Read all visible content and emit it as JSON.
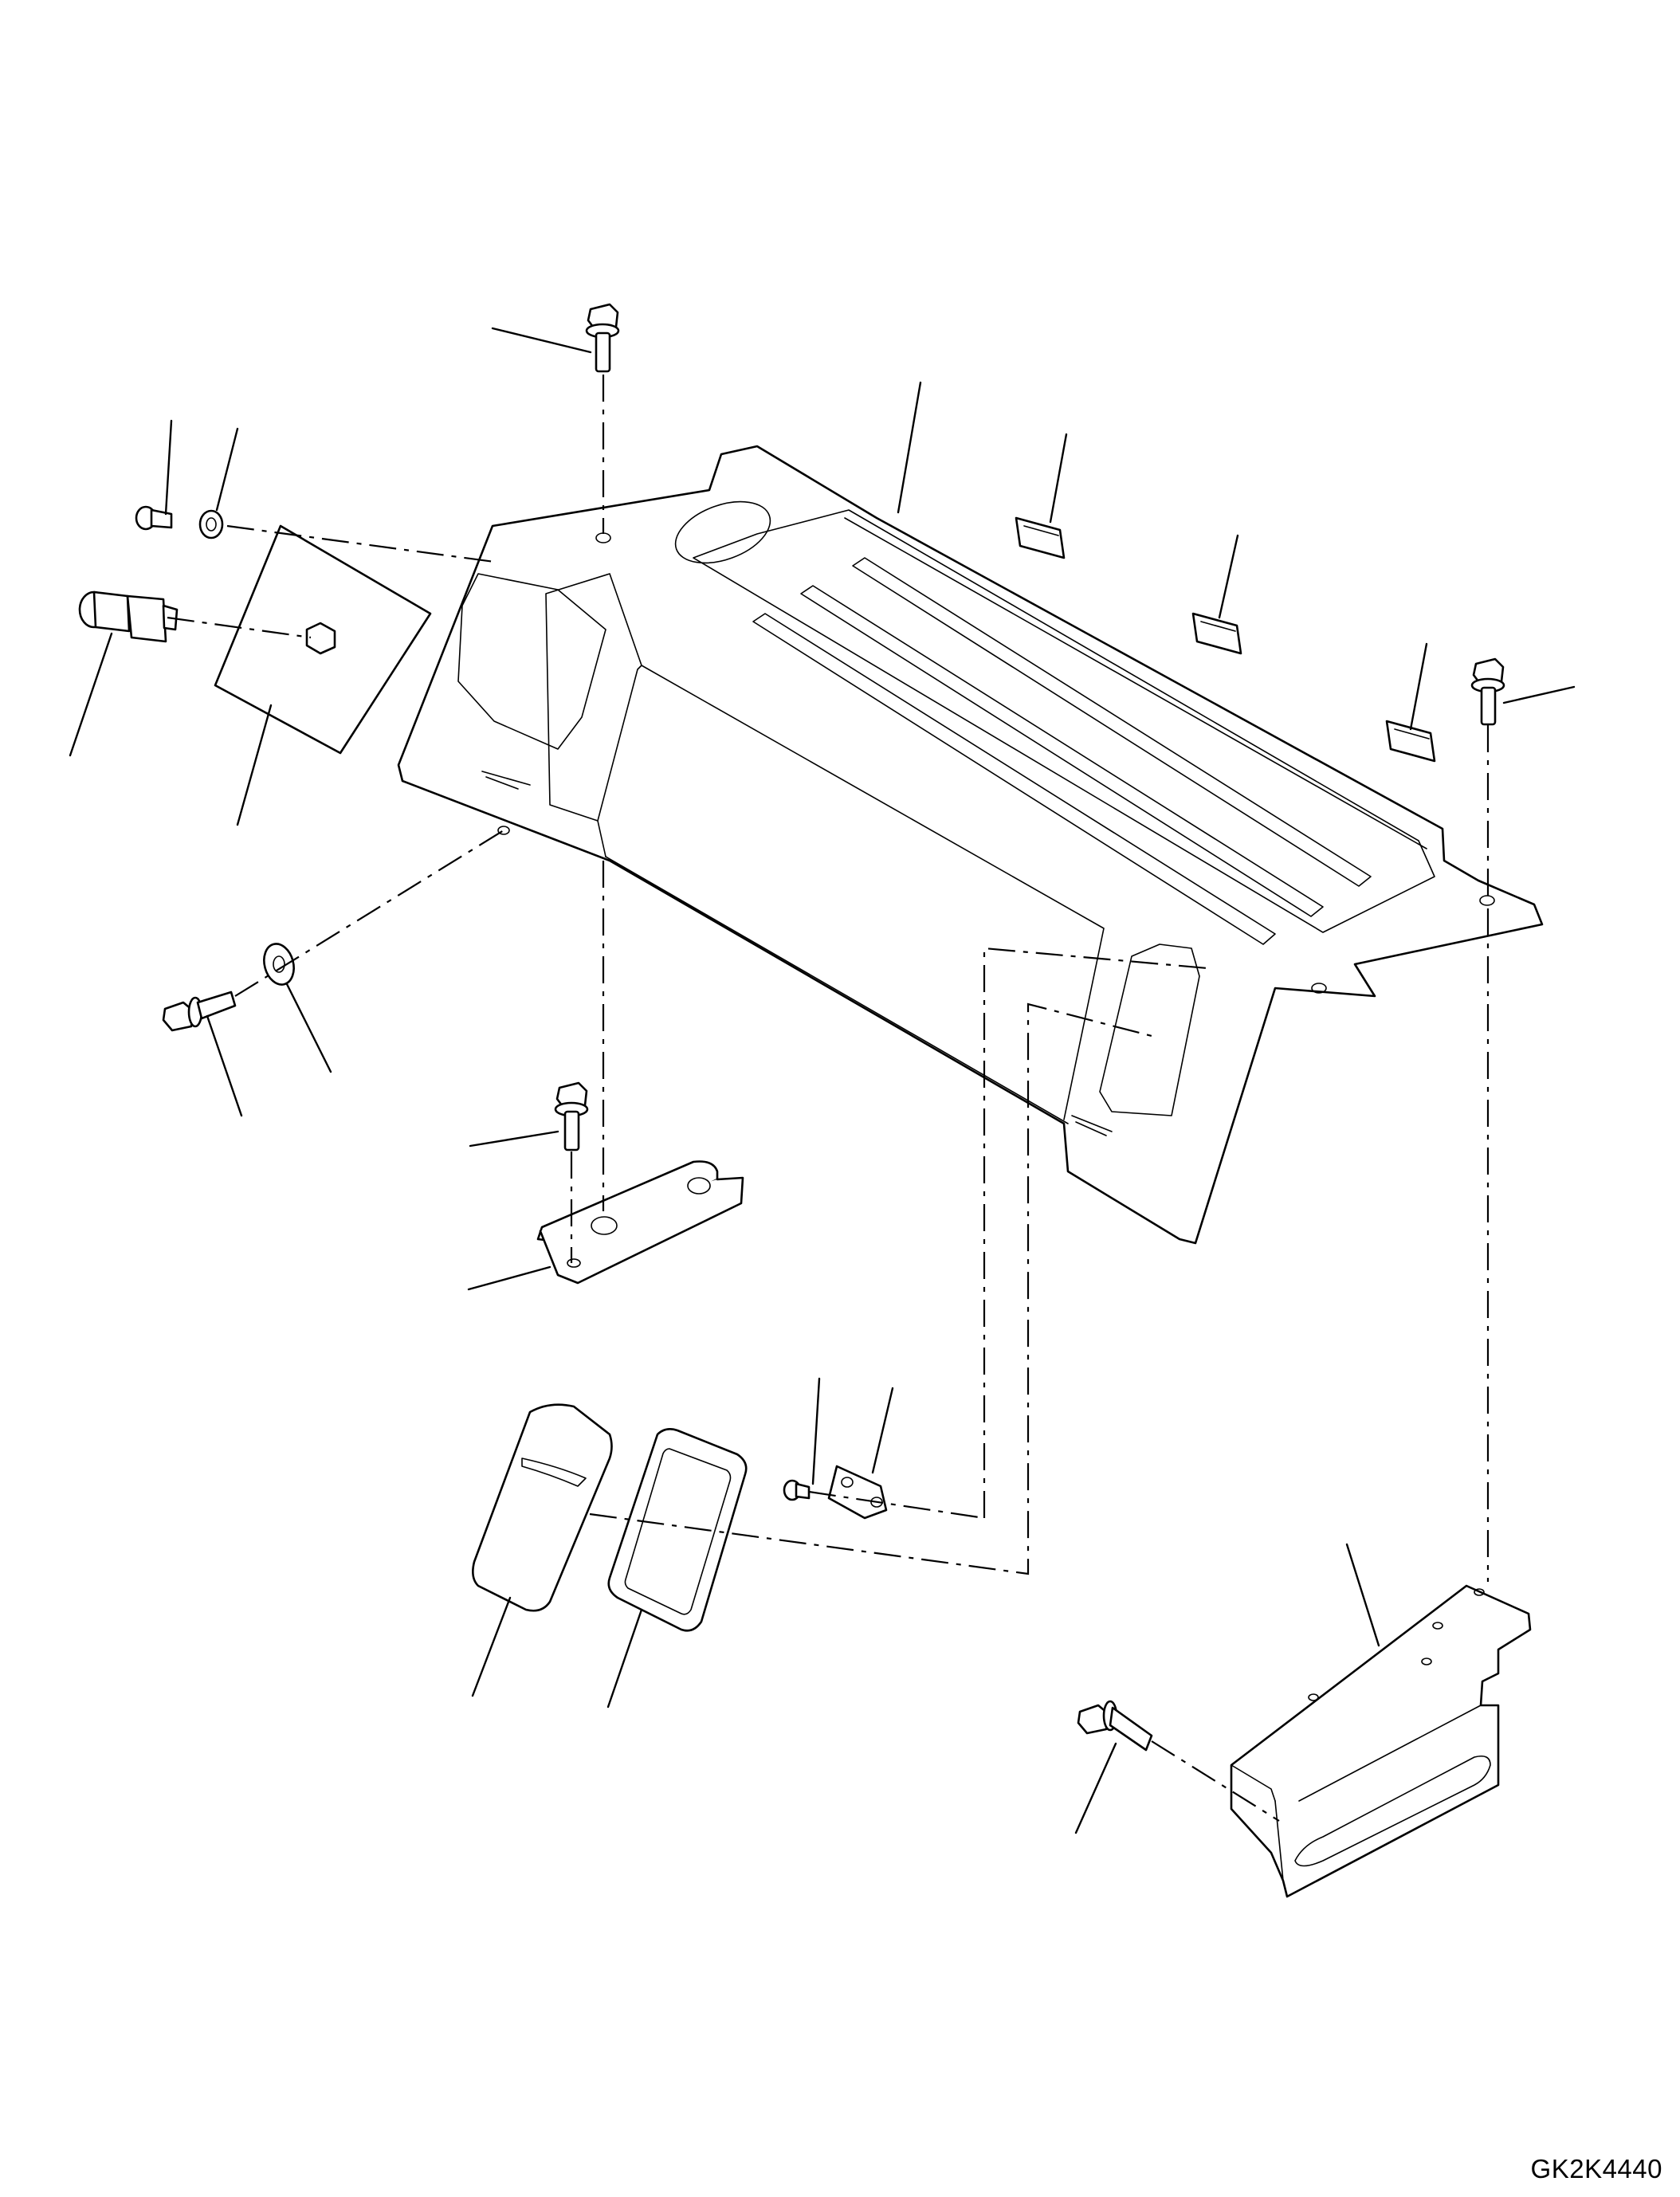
{
  "drawing": {
    "code": "GK2K4440"
  },
  "parts": [
    {
      "id": "panel",
      "icon": "sheet-metal-panel"
    },
    {
      "id": "bolt-top",
      "icon": "flange-bolt"
    },
    {
      "id": "bolt-right",
      "icon": "flange-bolt"
    },
    {
      "id": "bolt-left",
      "icon": "flange-bolt"
    },
    {
      "id": "bolt-mid",
      "icon": "flange-bolt"
    },
    {
      "id": "bolt-bracket",
      "icon": "flange-bolt"
    },
    {
      "id": "screw-small",
      "icon": "small-screw"
    },
    {
      "id": "washer-small",
      "icon": "washer"
    },
    {
      "id": "washer-left",
      "icon": "washer"
    },
    {
      "id": "switch",
      "icon": "push-switch"
    },
    {
      "id": "cover-plate",
      "icon": "cover-plate"
    },
    {
      "id": "clips",
      "icon": "clip-nut",
      "count": 3
    },
    {
      "id": "plate",
      "icon": "flat-plate"
    },
    {
      "id": "cover-lid",
      "icon": "cover-lid"
    },
    {
      "id": "seal",
      "icon": "rubber-seal"
    },
    {
      "id": "screw-bracket",
      "icon": "small-screw"
    },
    {
      "id": "tab-bracket",
      "icon": "tab-bracket"
    },
    {
      "id": "bracket",
      "icon": "mounting-bracket"
    }
  ]
}
